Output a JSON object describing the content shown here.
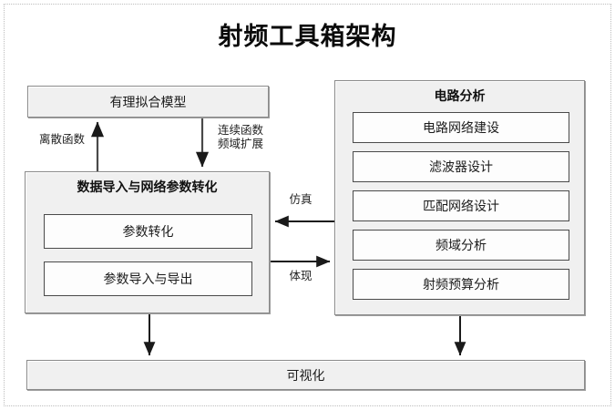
{
  "title": "射频工具箱架构",
  "nodes": {
    "rational_model": {
      "label": "有理拟合模型"
    },
    "data_import": {
      "label": "数据导入与网络参数转化",
      "children": [
        {
          "label": "参数转化"
        },
        {
          "label": "参数导入与导出"
        }
      ]
    },
    "circuit_analysis": {
      "label": "电路分析",
      "children": [
        {
          "label": "电路网络建设"
        },
        {
          "label": "滤波器设计"
        },
        {
          "label": "匹配网络设计"
        },
        {
          "label": "频域分析"
        },
        {
          "label": "射频预算分析"
        }
      ]
    },
    "visualization": {
      "label": "可视化"
    }
  },
  "edge_labels": {
    "discrete_function": "离散函数",
    "continuous_function": "连续函数\n频域扩展",
    "simulation": "仿真",
    "embodiment": "体现"
  },
  "colors": {
    "box_fill": "#f0f0f0",
    "inner_fill": "#fdfdfd",
    "border": "#8a8a8a",
    "inner_border": "#4a4a4a",
    "arrow": "#1a1a1a",
    "background": "#ffffff",
    "text": "#1a1a1a"
  }
}
